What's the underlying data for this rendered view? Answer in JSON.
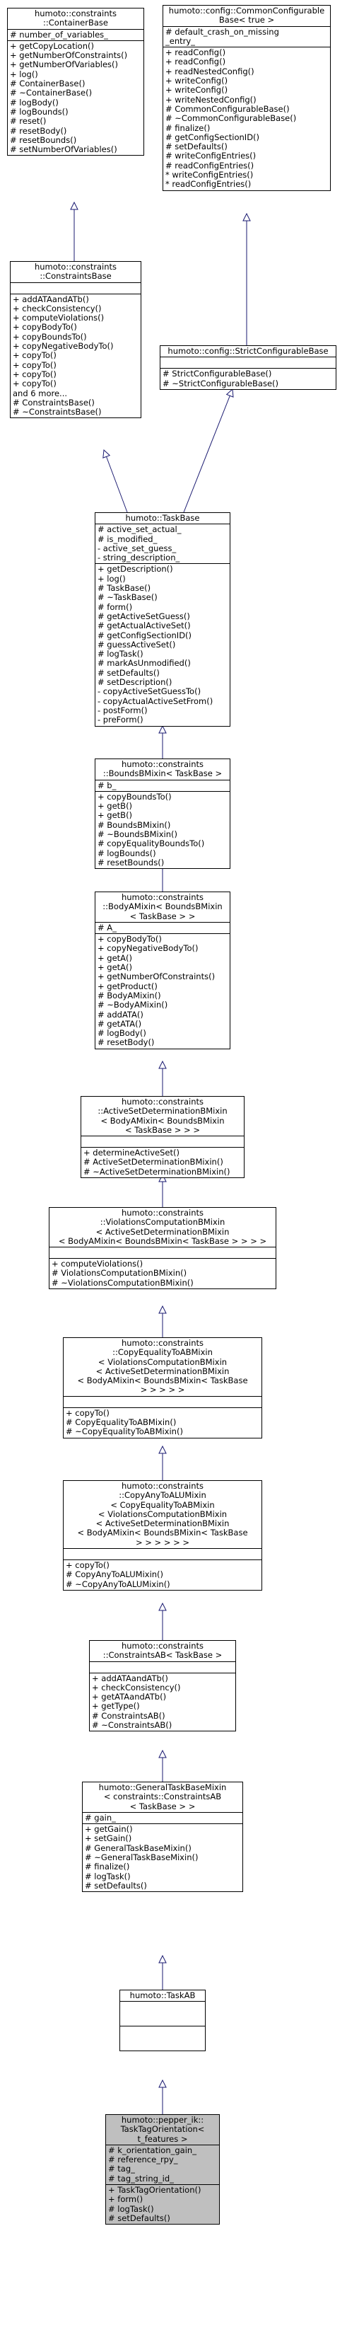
{
  "nodes": [
    {
      "id": "container_base",
      "title": [
        "humoto::constraints",
        "::ContainerBase"
      ],
      "attributes": [
        "# number_of_variables_"
      ],
      "methods": [
        "+ getCopyLocation()",
        "+ getNumberOfConstraints()",
        "+ getNumberOfVariables()",
        "+ log()",
        "# ContainerBase()",
        "# ~ContainerBase()",
        "# logBody()",
        "# logBounds()",
        "# reset()",
        "# resetBody()",
        "# resetBounds()",
        "# setNumberOfVariables()"
      ]
    },
    {
      "id": "common_configurable_base",
      "title": [
        "humoto::config::CommonConfigurable",
        "Base< true >"
      ],
      "attributes": [
        "# default_crash_on_missing",
        "_entry_"
      ],
      "methods": [
        "+ readConfig()",
        "+ readConfig()",
        "+ readNestedConfig()",
        "+ writeConfig()",
        "+ writeConfig()",
        "+ writeNestedConfig()",
        "# CommonConfigurableBase()",
        "# ~CommonConfigurableBase()",
        "# finalize()",
        "# getConfigSectionID()",
        "# setDefaults()",
        "# writeConfigEntries()",
        "# readConfigEntries()",
        "* writeConfigEntries()",
        "* readConfigEntries()"
      ]
    },
    {
      "id": "constraints_base",
      "title": [
        "humoto::constraints",
        "::ConstraintsBase"
      ],
      "attributes": [],
      "methods": [
        "+ addATAandATb()",
        "+ checkConsistency()",
        "+ computeViolations()",
        "+ copyBodyTo()",
        "+ copyBoundsTo()",
        "+ copyNegativeBodyTo()",
        "+ copyTo()",
        "+ copyTo()",
        "+ copyTo()",
        "+ copyTo()",
        "and 6 more...",
        "# ConstraintsBase()",
        "# ~ConstraintsBase()"
      ]
    },
    {
      "id": "strict_configurable_base",
      "title": [
        "humoto::config::StrictConfigurableBase"
      ],
      "attributes": [],
      "methods": [
        "# StrictConfigurableBase()",
        "# ~StrictConfigurableBase()"
      ]
    },
    {
      "id": "task_base",
      "title": [
        "humoto::TaskBase"
      ],
      "attributes": [
        "# active_set_actual_",
        "# is_modified_",
        "- active_set_guess_",
        "- string_description_"
      ],
      "methods": [
        "+ getDescription()",
        "+ log()",
        "# TaskBase()",
        "# ~TaskBase()",
        "# form()",
        "# getActiveSetGuess()",
        "# getActualActiveSet()",
        "# getConfigSectionID()",
        "# guessActiveSet()",
        "# logTask()",
        "# markAsUnmodified()",
        "# setDefaults()",
        "# setDescription()",
        "- copyActiveSetGuessTo()",
        "- copyActualActiveSetFrom()",
        "- postForm()",
        "- preForm()"
      ]
    },
    {
      "id": "bounds_b_mixin",
      "title": [
        "humoto::constraints",
        "::BoundsBMixin< TaskBase >"
      ],
      "attributes": [
        "# b_"
      ],
      "methods": [
        "+ copyBoundsTo()",
        "+ getB()",
        "+ getB()",
        "# BoundsBMixin()",
        "# ~BoundsBMixin()",
        "# copyEqualityBoundsTo()",
        "# logBounds()",
        "# resetBounds()"
      ]
    },
    {
      "id": "body_a_mixin",
      "title": [
        "humoto::constraints",
        "::BodyAMixin< BoundsBMixin",
        "< TaskBase > >"
      ],
      "attributes": [
        "# A_"
      ],
      "methods": [
        "+ copyBodyTo()",
        "+ copyNegativeBodyTo()",
        "+ getA()",
        "+ getA()",
        "+ getNumberOfConstraints()",
        "+ getProduct()",
        "# BodyAMixin()",
        "# ~BodyAMixin()",
        "# addATA()",
        "# getATA()",
        "# logBody()",
        "# resetBody()"
      ]
    },
    {
      "id": "active_set_mixin",
      "title": [
        "humoto::constraints",
        "::ActiveSetDeterminationBMixin",
        "< BodyAMixin< BoundsBMixin",
        "< TaskBase > > >"
      ],
      "attributes": [],
      "methods": [
        "+ determineActiveSet()",
        "# ActiveSetDeterminationBMixin()",
        "# ~ActiveSetDeterminationBMixin()"
      ]
    },
    {
      "id": "violations_mixin",
      "title": [
        "humoto::constraints",
        "::ViolationsComputationBMixin",
        "< ActiveSetDeterminationBMixin",
        "< BodyAMixin< BoundsBMixin< TaskBase > > > >"
      ],
      "attributes": [],
      "methods": [
        "+ computeViolations()",
        "# ViolationsComputationBMixin()",
        "# ~ViolationsComputationBMixin()"
      ]
    },
    {
      "id": "copy_equality_mixin",
      "title": [
        "humoto::constraints",
        "::CopyEqualityToABMixin",
        "< ViolationsComputationBMixin",
        "< ActiveSetDeterminationBMixin",
        "< BodyAMixin< BoundsBMixin< TaskBase",
        "> > > > >"
      ],
      "attributes": [],
      "methods": [
        "+ copyTo()",
        "# CopyEqualityToABMixin()",
        "# ~CopyEqualityToABMixin()"
      ]
    },
    {
      "id": "copy_any_mixin",
      "title": [
        "humoto::constraints",
        "::CopyAnyToALUMixin",
        "< CopyEqualityToABMixin",
        "< ViolationsComputationBMixin",
        "< ActiveSetDeterminationBMixin",
        "< BodyAMixin< BoundsBMixin< TaskBase",
        "> > > > > >"
      ],
      "attributes": [],
      "methods": [
        "+ copyTo()",
        "# CopyAnyToALUMixin()",
        "# ~CopyAnyToALUMixin()"
      ]
    },
    {
      "id": "constraints_ab",
      "title": [
        "humoto::constraints",
        "::ConstraintsAB< TaskBase >"
      ],
      "attributes": [],
      "methods": [
        "+ addATAandATb()",
        "+ checkConsistency()",
        "+ getATAandATb()",
        "+ getType()",
        "# ConstraintsAB()",
        "# ~ConstraintsAB()"
      ]
    },
    {
      "id": "general_task_base_mixin",
      "title": [
        "humoto::GeneralTaskBaseMixin",
        "< constraints::ConstraintsAB",
        "< TaskBase > >"
      ],
      "attributes": [
        "# gain_"
      ],
      "methods": [
        "+ getGain()",
        "+ setGain()",
        "# GeneralTaskBaseMixin()",
        "# ~GeneralTaskBaseMixin()",
        "# finalize()",
        "# logTask()",
        "# setDefaults()"
      ]
    },
    {
      "id": "task_ab",
      "title": [
        "humoto::TaskAB"
      ],
      "attributes": [],
      "methods": []
    },
    {
      "id": "task_tag_orientation",
      "title": [
        "humoto::pepper_ik::",
        "TaskTagOrientation<",
        "t_features >"
      ],
      "attributes": [
        "# k_orientation_gain_",
        "# reference_rpy_",
        "# tag_",
        "# tag_string_id_"
      ],
      "methods": [
        "+ TaskTagOrientation()",
        "+ form()",
        "# logTask()",
        "# setDefaults()"
      ]
    }
  ]
}
